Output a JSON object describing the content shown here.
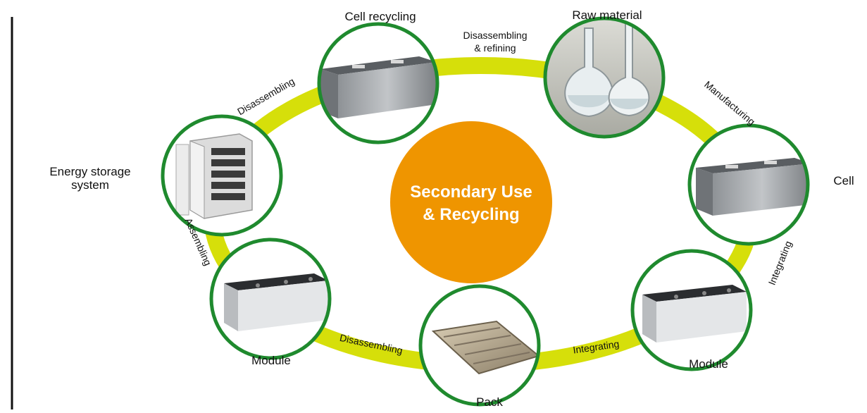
{
  "diagram": {
    "center": {
      "line1": "Secondary Use",
      "line2": "& Recycling",
      "color": "#ef9500"
    },
    "colors": {
      "ring": "#d6df0a",
      "node_border": "#1f8a2e",
      "node_fill": "#ffffff"
    },
    "nodes": [
      {
        "id": "cell-recycling",
        "label": "Cell recycling",
        "icon": "battery-cell-icon"
      },
      {
        "id": "raw-material",
        "label": "Raw material",
        "icon": "glass-flask-icon"
      },
      {
        "id": "cell",
        "label": "Cell",
        "icon": "battery-cell-icon"
      },
      {
        "id": "module-right",
        "label": "Module",
        "icon": "battery-module-icon"
      },
      {
        "id": "pack",
        "label": "Pack",
        "icon": "battery-pack-icon"
      },
      {
        "id": "module-left",
        "label": "Module",
        "icon": "battery-module-icon"
      },
      {
        "id": "energy-storage",
        "label_line1": "Energy storage",
        "label_line2": "system",
        "icon": "storage-cabinet-icon"
      }
    ],
    "edges": [
      {
        "from": "cell-recycling",
        "to": "raw-material",
        "label_line1": "Disassembling",
        "label_line2": "& refining"
      },
      {
        "from": "raw-material",
        "to": "cell",
        "label": "Manufacturing"
      },
      {
        "from": "cell",
        "to": "module-right",
        "label": "Integrating"
      },
      {
        "from": "module-right",
        "to": "pack",
        "label": "Integrating"
      },
      {
        "from": "pack",
        "to": "module-left",
        "label": "Disassembling"
      },
      {
        "from": "module-left",
        "to": "energy-storage",
        "label": "Assembling"
      },
      {
        "from": "energy-storage",
        "to": "cell-recycling",
        "label": "Disassembling"
      }
    ]
  }
}
